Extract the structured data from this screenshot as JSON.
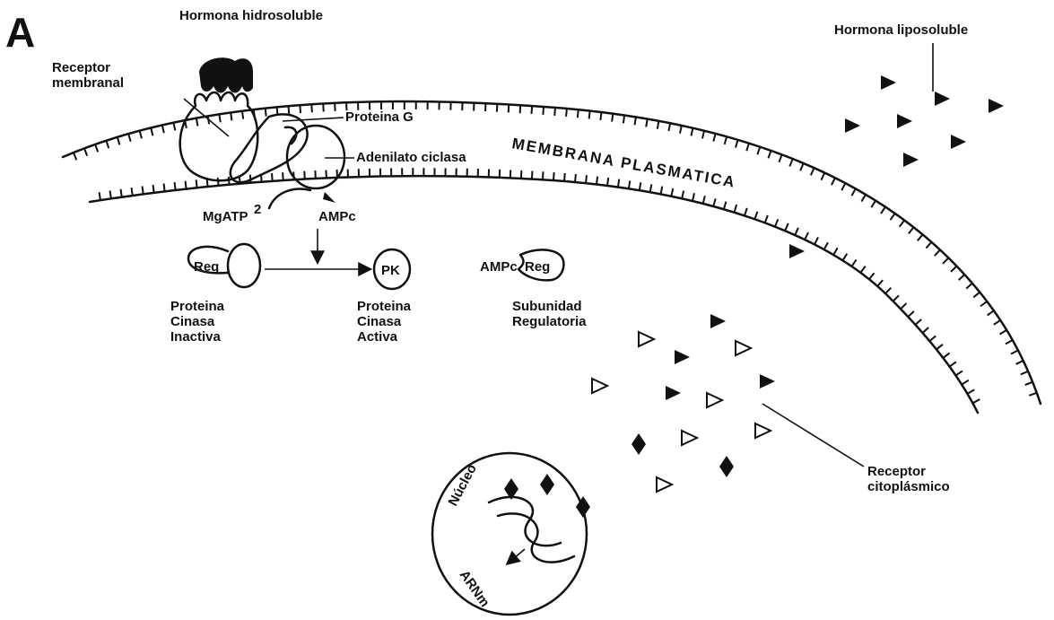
{
  "panel_letter": "A",
  "labels": {
    "hormona_hidrosoluble": "Hormona hidrosoluble",
    "hormona_liposoluble": "Hormona liposoluble",
    "receptor_membranal_1": "Receptor",
    "receptor_membranal_2": "membranal",
    "proteina_g": "Proteina G",
    "adenilato_ciclasa": "Adenilato ciclasa",
    "membrana_plasmatica": "MEMBRANA PLASMATICA",
    "mgatp": "MgATP",
    "mgatp_sup": "2",
    "ampc": "AMPc",
    "reg_inactive": "Reg",
    "pk": "PK",
    "ampc_reg": "AMPc",
    "reg_sub": "Reg",
    "pc_inactiva_1": "Proteina",
    "pc_inactiva_2": "Cinasa",
    "pc_inactiva_3": "Inactiva",
    "pc_activa_1": "Proteina",
    "pc_activa_2": "Cinasa",
    "pc_activa_3": "Activa",
    "subunidad_1": "Subunidad",
    "subunidad_2": "Regulatoria",
    "receptor_cito_1": "Receptor",
    "receptor_cito_2": "citoplásmico",
    "nucleo": "Núcleo",
    "arnm": "ARNm"
  },
  "colors": {
    "ink": "#111111",
    "background": "#ffffff"
  }
}
